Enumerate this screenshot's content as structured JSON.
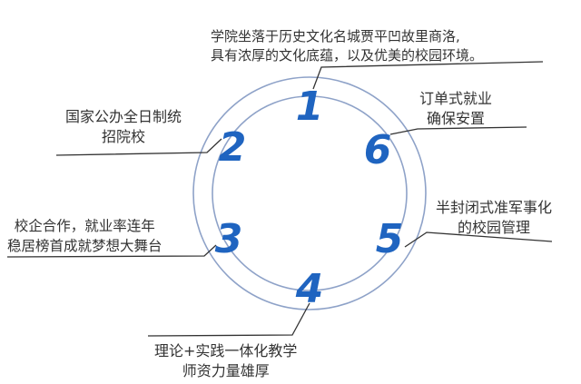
{
  "diagram": {
    "colors": {
      "number": "#1f64c0",
      "ring": "#8ea2c8",
      "leader": "#333333",
      "text": "#333333"
    },
    "items": [
      {
        "number": "1",
        "lines": [
          "学院坐落于历史文化名城贾平凹故里商洛,",
          "具有浓厚的文化底蕴，以及优美的校园环境。"
        ]
      },
      {
        "number": "2",
        "lines": [
          "国家公办全日制统",
          "招院校"
        ]
      },
      {
        "number": "3",
        "lines": [
          "校企合作，就业率连年",
          "稳居榜首成就梦想大舞台"
        ]
      },
      {
        "number": "4",
        "lines": [
          "理论+实践一体化教学",
          "师资力量雄厚"
        ]
      },
      {
        "number": "5",
        "lines": [
          "半封闭式准军事化",
          "的校园管理"
        ]
      },
      {
        "number": "6",
        "lines": [
          "订单式就业",
          "确保安置"
        ]
      }
    ]
  }
}
